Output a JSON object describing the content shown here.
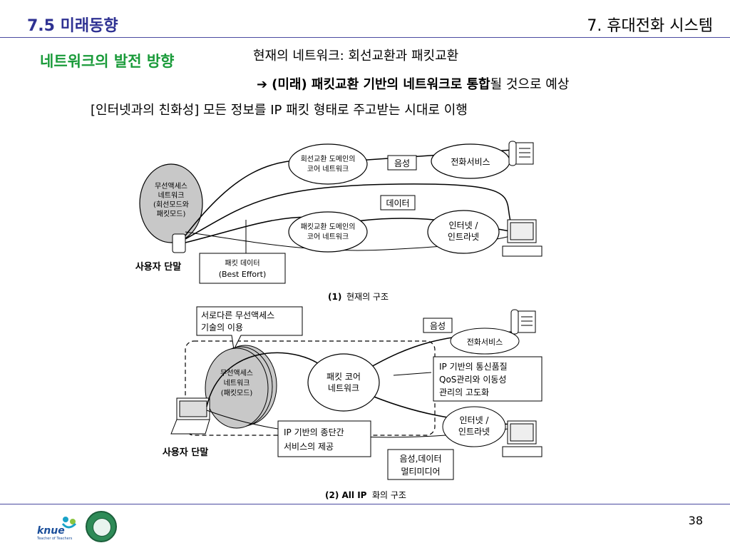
{
  "header": {
    "left_title": "7.5 미래동향",
    "right_title": "7. 휴대전화 시스템"
  },
  "section_title": "네트워크의 발전 방향",
  "text": {
    "line1": "현재의 네트워크: 회선교환과 패킷교환",
    "line2_arrow": "➔",
    "line2_bold": "(미래) 패킷교환 기반의 네트워크로 통합",
    "line2_rest": "될 것으로 예상",
    "line3": "[인터넷과의 친화성] 모든 정보를 IP 패킷 형태로 주고받는 시대로 이행"
  },
  "diagram1": {
    "caption_num": "(1)",
    "caption_text": "현재의 구조",
    "wireless_1": "무선액세스",
    "wireless_2": "네트워크",
    "wireless_3": "(회선모드와",
    "wireless_4": "패킷모드)",
    "circuit_core_1": "회선교환 도메인의",
    "circuit_core_2": "코어 네트워크",
    "packet_core_1": "패킷교환 도메인의",
    "packet_core_2": "코어 네트워크",
    "voice": "음성",
    "data": "데이터",
    "phone_service": "전화서비스",
    "internet_1": "인터넷 /",
    "internet_2": "인트라넷",
    "user_terminal": "사용자 단말",
    "packet_data_1": "패킷 데이터",
    "packet_data_2": "(Best Effort)"
  },
  "diagram2": {
    "caption_num": "(2) All IP",
    "caption_text": "화의 구조",
    "callout_1": "서로다른 무선액세스",
    "callout_2": "기술의 이용",
    "wireless_1": "무선액세스",
    "wireless_2": "네트워크",
    "wireless_3": "(패킷모드)",
    "packet_core_1": "패킷 코어",
    "packet_core_2": "네트워크",
    "voice": "음성",
    "phone_service": "전화서비스",
    "qos_1": "IP 기반의 통신품질",
    "qos_2": "QoS관리와 이동성",
    "qos_3": "관리의 고도화",
    "e2e_1": "IP 기반의 종단간",
    "e2e_2": "서비스의 제공",
    "internet_1": "인터넷 /",
    "internet_2": "인트라넷",
    "user_terminal": "사용자 단말",
    "multimedia_1": "음성,데이터",
    "multimedia_2": "멀티미디어"
  },
  "footer": {
    "page_number": "38",
    "logo_text": "knue",
    "logo_sub": "Teacher of Teachers"
  }
}
